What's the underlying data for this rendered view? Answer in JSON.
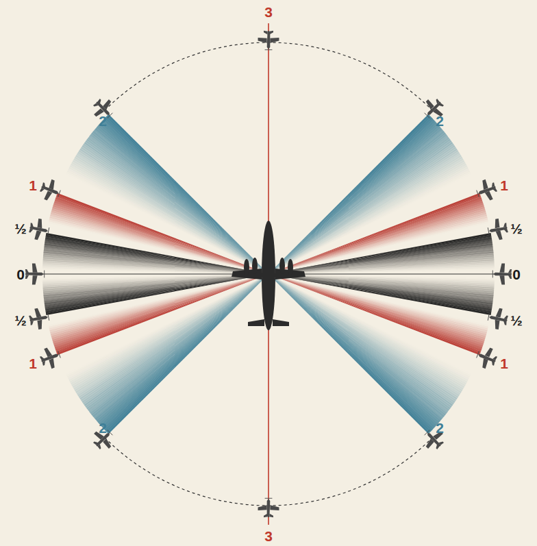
{
  "diagram": {
    "labels": [
      "3",
      "2",
      "2",
      "1",
      "1",
      "½",
      "½",
      "0",
      "0",
      "½",
      "½",
      "1",
      "1",
      "2",
      "2",
      "3"
    ]
  }
}
